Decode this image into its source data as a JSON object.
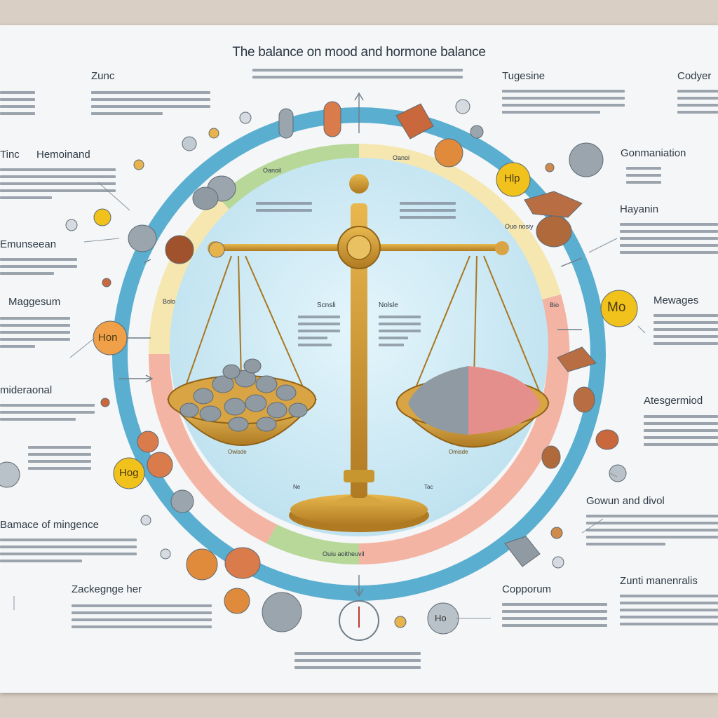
{
  "title": "The balance on mood and hormone balance",
  "left_labels": {
    "zinc": "Zunc",
    "tinc": "Tinc",
    "hormond": "Hemoinand",
    "emunseean": "Emunseean",
    "magnesium": "Maggesum",
    "mideraonal": "mideraonal",
    "balance": "Bamace of mingence",
    "zackeg": "Zackegnge her"
  },
  "right_labels": {
    "tugesine": "Tugesine",
    "codyer": "Codyer",
    "gonmanation": "Gonmaniation",
    "hayanin": "Hayanin",
    "mewages": "Mewages",
    "atesgerniod": "Atesgermiod",
    "gowun": "Gowun and divol",
    "zunti": "Zunti manenralis",
    "copperm": "Copporum"
  },
  "coins": {
    "hlp": "Hlp",
    "mo": "Mo",
    "hon_left": "Hon",
    "hog_left": "Hog",
    "ho_bottom": "Ho"
  },
  "ring": {
    "top_a": "Oanoil",
    "top_b": "Oanoi",
    "right": "Ouo nosiy",
    "bottom": "Ouiu aoitheuvil",
    "left_a": "Bolo",
    "right_b": "Bio"
  },
  "scale": {
    "left_title": "Scnsli",
    "right_title": "Nolsle",
    "left_pan": "Owisde",
    "right_pan": "Omisde",
    "left_base": "Ne",
    "right_base": "Tac"
  },
  "colors": {
    "ring_outer": "#5aaed0",
    "ring_green": "#b8d89a",
    "ring_yellow": "#f6e7b0",
    "ring_pink": "#f3b4a4",
    "center": "#cdebf5",
    "brass": "#c8962e",
    "pink_salt": "#e58f8c",
    "grey_salt": "#8f9aa3"
  }
}
